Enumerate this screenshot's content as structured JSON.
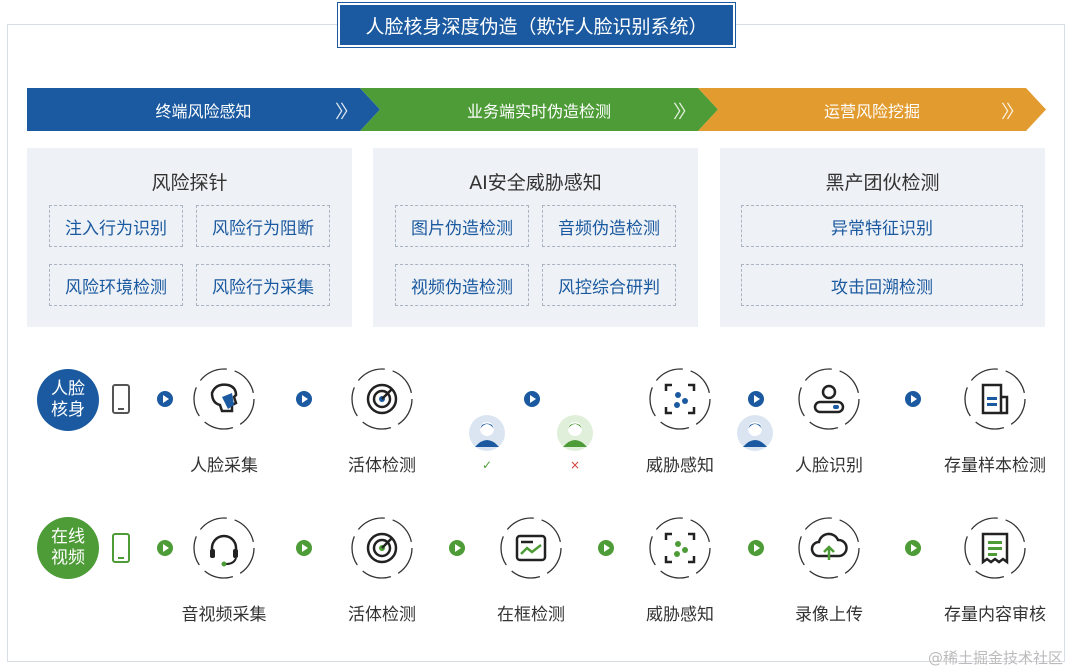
{
  "title": "人脸核身深度伪造（欺诈人脸识别系统）",
  "stages": [
    {
      "label": "终端风险感知",
      "color": "#1b5aa0"
    },
    {
      "label": "业务端实时伪造检测",
      "color": "#4e9c37"
    },
    {
      "label": "运营风险挖掘",
      "color": "#e29b2e"
    }
  ],
  "panels": [
    {
      "title": "风险探针",
      "chips": [
        "注入行为识别",
        "风险行为阻断",
        "风险环境检测",
        "风险行为采集"
      ]
    },
    {
      "title": "AI安全威胁感知",
      "chips": [
        "图片伪造检测",
        "音频伪造检测",
        "视频伪造检测",
        "风控综合研判"
      ]
    },
    {
      "title": "黑产团伙检测",
      "chips": [
        "异常特征识别",
        "攻击回溯检测"
      ]
    }
  ],
  "row1": {
    "badge": [
      "人脸",
      "核身"
    ],
    "nodes": [
      {
        "label": "人脸采集",
        "icon": "face-profile-icon"
      },
      {
        "label": "活体检测",
        "icon": "radar-icon"
      },
      {
        "label": "威胁感知",
        "icon": "scan-dots-icon"
      },
      {
        "label": "人脸识别",
        "icon": "user-id-icon"
      },
      {
        "label": "存量样本检测",
        "icon": "document-icon"
      }
    ],
    "check_mark": "✓",
    "cross_mark": "×"
  },
  "row2": {
    "badge": [
      "在线",
      "视频"
    ],
    "nodes": [
      {
        "label": "音视频采集",
        "icon": "headset-icon"
      },
      {
        "label": "活体检测",
        "icon": "radar-icon"
      },
      {
        "label": "在框检测",
        "icon": "frame-chart-icon"
      },
      {
        "label": "威胁感知",
        "icon": "scan-dots-icon"
      },
      {
        "label": "录像上传",
        "icon": "cloud-upload-icon"
      },
      {
        "label": "存量内容审核",
        "icon": "receipt-icon"
      }
    ]
  },
  "watermark": "@稀土掘金技术社区",
  "colors": {
    "blue": "#1b5aa0",
    "green": "#4e9c37",
    "orange": "#e29b2e",
    "panel": "#eef1f5"
  }
}
